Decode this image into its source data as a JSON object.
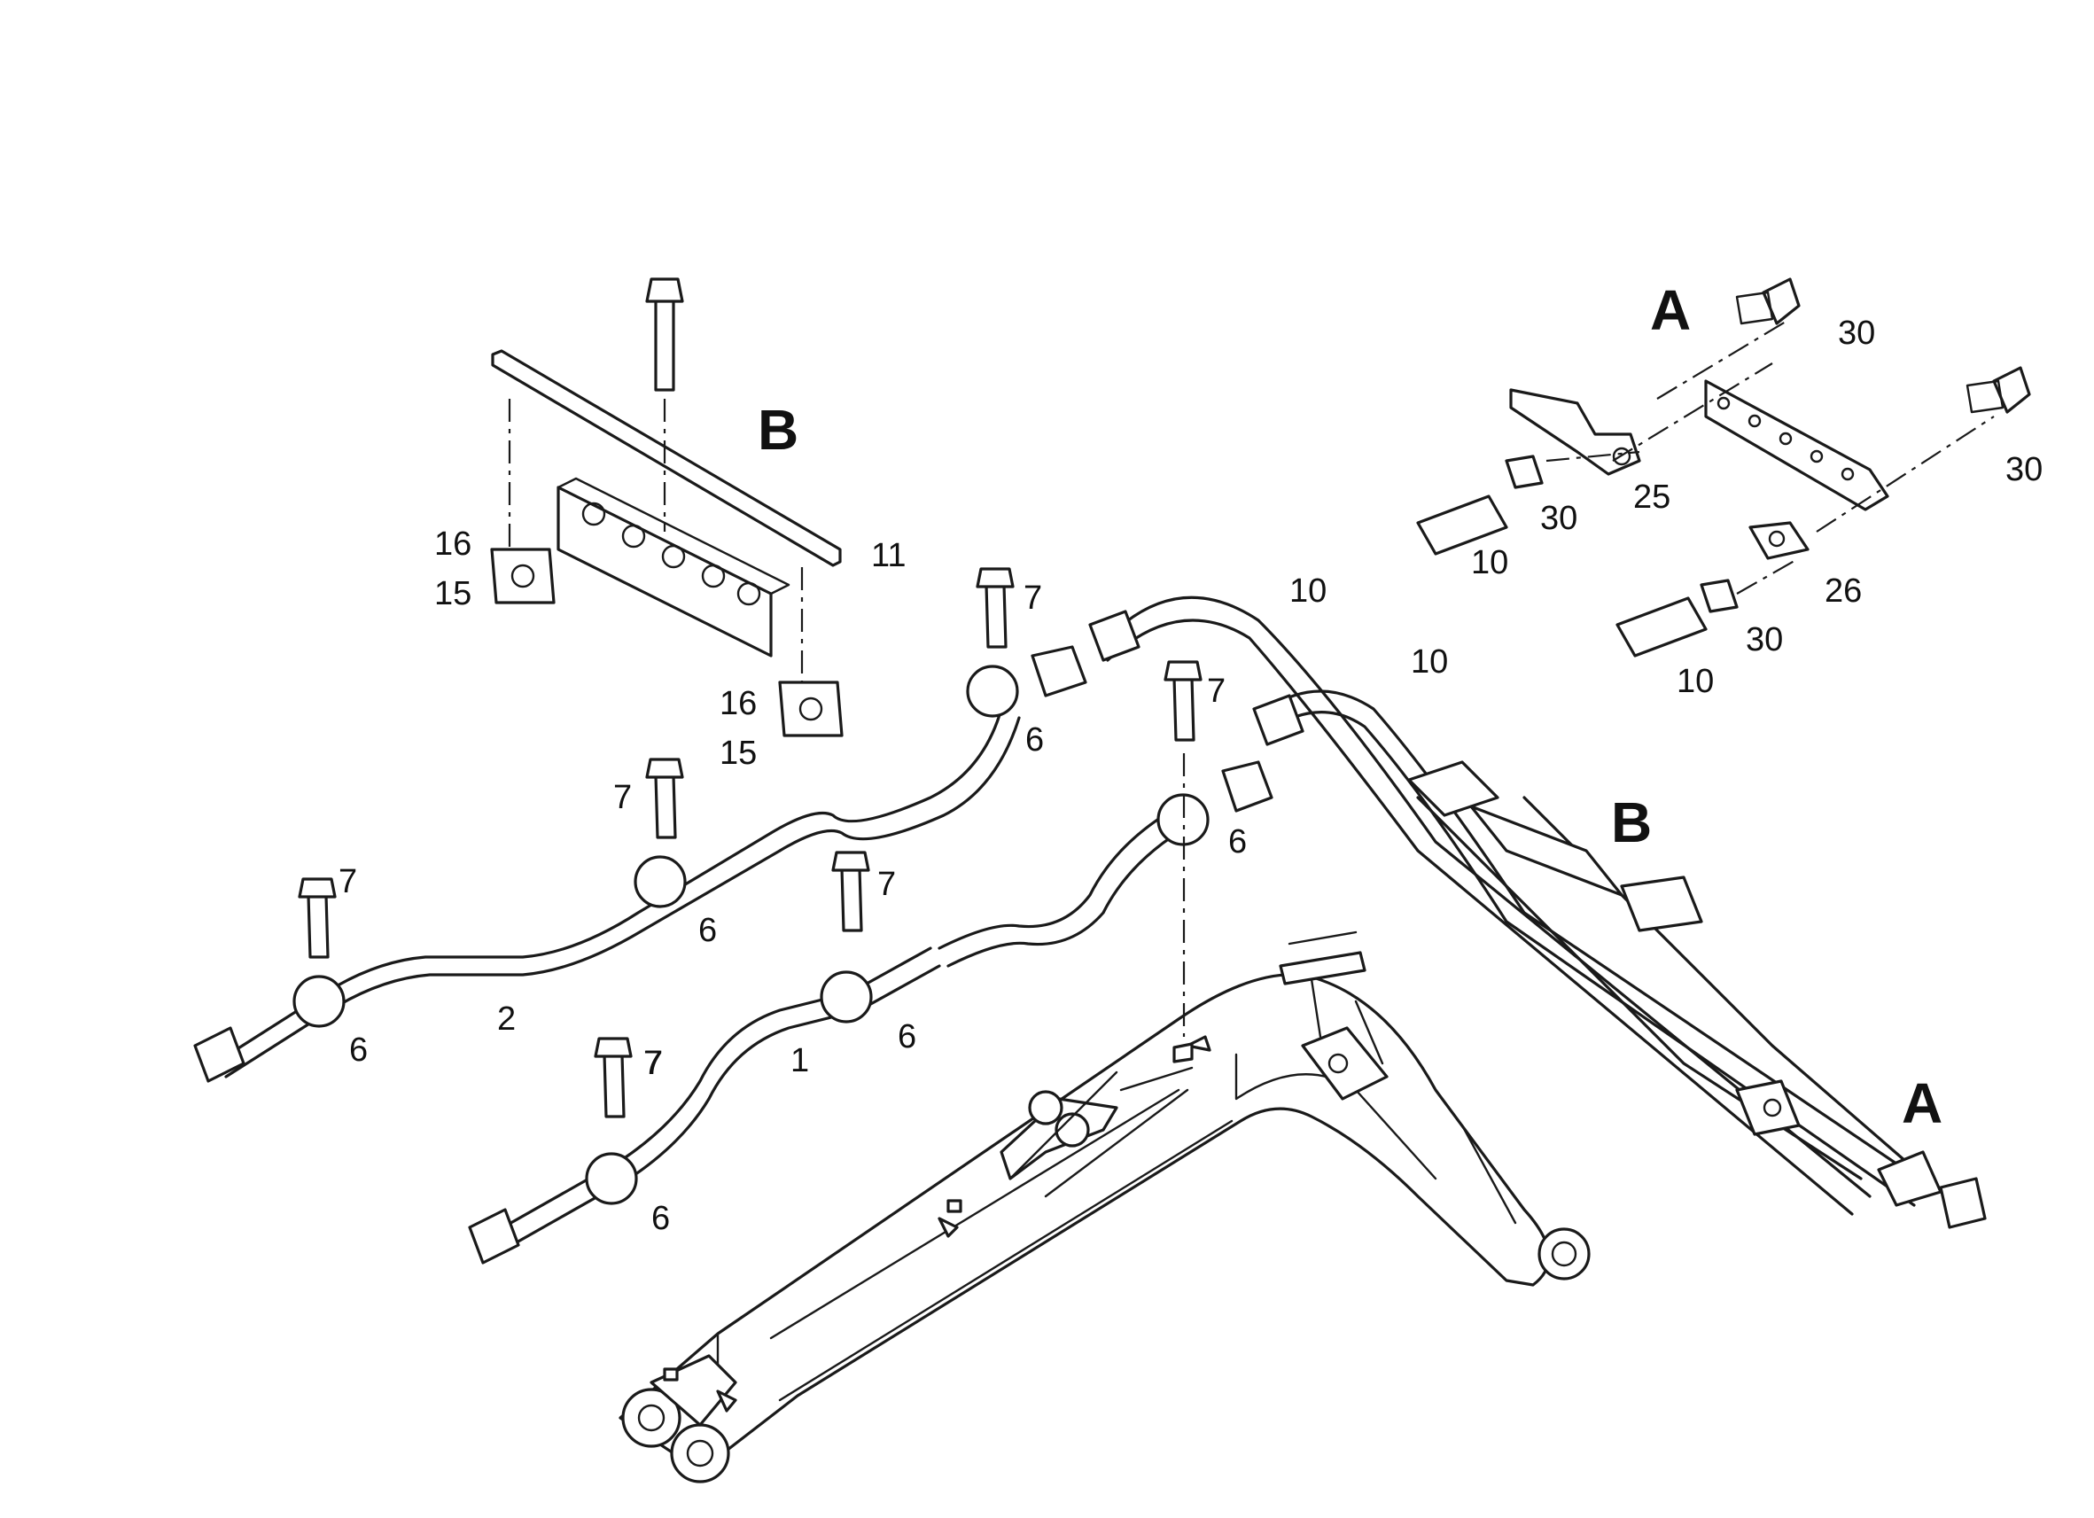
{
  "callouts": {
    "c01": "A",
    "c02": "30",
    "c03": "B",
    "c04": "30",
    "c05": "25",
    "c06": "30",
    "c07": "10",
    "c08": "16",
    "c09": "15",
    "c10": "11",
    "c11": "26",
    "c12": "10",
    "c13": "7",
    "c14": "30",
    "c15": "10",
    "c16": "10",
    "c17": "16",
    "c18": "15",
    "c19": "6",
    "c20": "7",
    "c21": "7",
    "c22": "B",
    "c23": "6",
    "c24": "7",
    "c25": "7",
    "c26": "6",
    "c27": "7",
    "c28": "6",
    "c29": "2",
    "c30": "6",
    "c31": "1",
    "c32": "7",
    "c33": "A",
    "c34": "6"
  }
}
